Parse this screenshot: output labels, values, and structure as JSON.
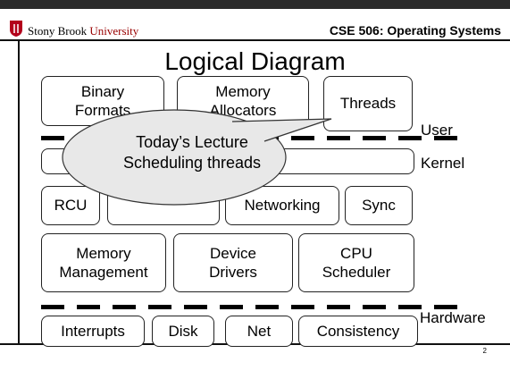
{
  "header": {
    "university_part1": "Stony Brook",
    "university_part2": "University",
    "course": "CSE 506: Operating Systems"
  },
  "title": "Logical Diagram",
  "boxes": {
    "binary_formats": "Binary\nFormats",
    "memory_allocators": "Memory\nAllocators",
    "threads": "Threads",
    "system_calls": "",
    "rcu": "RCU",
    "file_system": "",
    "networking": "Networking",
    "sync": "Sync",
    "memory_management": "Memory\nManagement",
    "device_drivers": "Device\nDrivers",
    "cpu_scheduler": "CPU\nScheduler",
    "interrupts": "Interrupts",
    "disk": "Disk",
    "net": "Net",
    "consistency": "Consistency"
  },
  "layer_labels": {
    "user": "User",
    "kernel": "Kernel",
    "hardware": "Hardware"
  },
  "callout": "Today’s Lecture\nScheduling threads",
  "page_number": "2"
}
